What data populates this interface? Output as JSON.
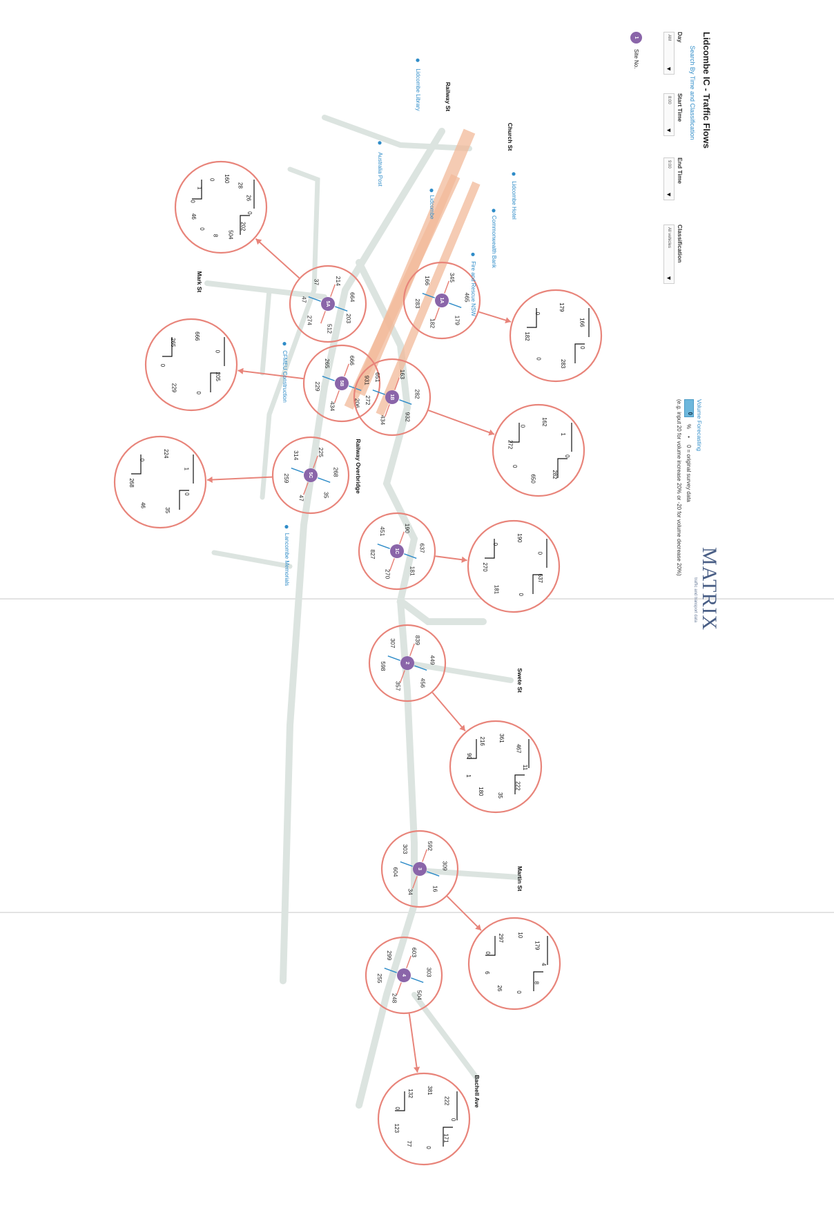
{
  "header": {
    "title": "Lidcombe IC - Traffic Flows",
    "subtitle": "Search By Time and Classification",
    "controls": [
      {
        "label": "Day",
        "value": "AM"
      },
      {
        "label": "Start Time",
        "value": "8:00"
      },
      {
        "label": "End Time",
        "value": "9:00"
      },
      {
        "label": "Classification",
        "value": "All vehicles"
      }
    ],
    "legend": {
      "label": "Site No.",
      "symbol": "1"
    }
  },
  "forecasting": {
    "title": "Volume Forecasting",
    "input_value": "0",
    "unit": "%",
    "note1": "0 = original survey data",
    "note2": "(e.g. input 20 for volume increase 20% or -20 for volume decrease 20%)"
  },
  "logo": {
    "word": "MATRIX",
    "tagline": "traffic and transport data"
  },
  "colors": {
    "road": "#dce4e0",
    "rail": "#f2b99a",
    "site": "#8a65a9",
    "circle": "#e8847a",
    "out_arrow": "#2f8cc8",
    "in_arrow": "#e8847a",
    "poi": "#2f8cc8"
  },
  "streets": [
    {
      "id": "railway",
      "name": "Railway St"
    },
    {
      "id": "church",
      "name": "Church St"
    },
    {
      "id": "mark",
      "name": "Mark St"
    },
    {
      "id": "overbridge",
      "name": "Railway Overbridge"
    },
    {
      "id": "swete",
      "name": "Swete St"
    },
    {
      "id": "martin",
      "name": "Martin St"
    },
    {
      "id": "bachell",
      "name": "Bachell Ave"
    }
  ],
  "pois": [
    {
      "id": "library",
      "name": "Lidcombe Library"
    },
    {
      "id": "post",
      "name": "Australia Post"
    },
    {
      "id": "station",
      "name": "Lidcombe"
    },
    {
      "id": "hotel",
      "name": "Lidcombe Hotel"
    },
    {
      "id": "bank",
      "name": "Commonwealth Bank"
    },
    {
      "id": "rescue",
      "name": "Fire and Rescue NSW"
    },
    {
      "id": "cfmeu",
      "name": "CFMEU Construction"
    },
    {
      "id": "memorials",
      "name": "Lancombe Memorials"
    }
  ],
  "sites": [
    {
      "id": "1A",
      "volumes": [
        "345",
        "465",
        "179",
        "182",
        "283",
        "166"
      ],
      "detail": [
        "179",
        "166",
        "0",
        "283",
        "0",
        "182",
        "0"
      ]
    },
    {
      "id": "5A",
      "volumes": [
        "214",
        "664",
        "203",
        "512",
        "274",
        "47",
        "37"
      ],
      "detail": [
        "160",
        "28",
        "26",
        "0",
        "202",
        "504",
        "8",
        "0",
        "46",
        "0",
        "1",
        "0"
      ]
    },
    {
      "id": "5B",
      "volumes": [
        "666",
        "931",
        "206",
        "434",
        "229",
        "265"
      ],
      "detail": [
        "666",
        "0",
        "205",
        "0",
        "229",
        "0",
        "265"
      ]
    },
    {
      "id": "1B",
      "volumes": [
        "163",
        "282",
        "932",
        "434",
        "272",
        "651"
      ],
      "detail": [
        "162",
        "1",
        "0",
        "282",
        "650",
        "0",
        "272",
        "0"
      ]
    },
    {
      "id": "5C",
      "volumes": [
        "225",
        "268",
        "35",
        "47",
        "259",
        "314"
      ],
      "detail": [
        "224",
        "1",
        "0",
        "35",
        "46",
        "268",
        "0"
      ]
    },
    {
      "id": "1C",
      "volumes": [
        "190",
        "637",
        "181",
        "270",
        "827",
        "451"
      ],
      "detail": [
        "190",
        "0",
        "637",
        "0",
        "181",
        "270",
        "0"
      ]
    },
    {
      "id": "2",
      "volumes": [
        "839",
        "449",
        "456",
        "357",
        "598",
        "307"
      ],
      "detail": [
        "361",
        "467",
        "11",
        "222",
        "35",
        "180",
        "1",
        "90",
        "216"
      ]
    },
    {
      "id": "3",
      "volumes": [
        "592",
        "309",
        "16",
        "34",
        "604",
        "303"
      ],
      "detail": [
        "10",
        "179",
        "4",
        "8",
        "0",
        "26",
        "6",
        "0",
        "297"
      ]
    },
    {
      "id": "4",
      "volumes": [
        "603",
        "303",
        "504",
        "248",
        "255",
        "299"
      ],
      "detail": [
        "381",
        "222",
        "0",
        "171",
        "0",
        "77",
        "123",
        "0",
        "132"
      ]
    }
  ]
}
